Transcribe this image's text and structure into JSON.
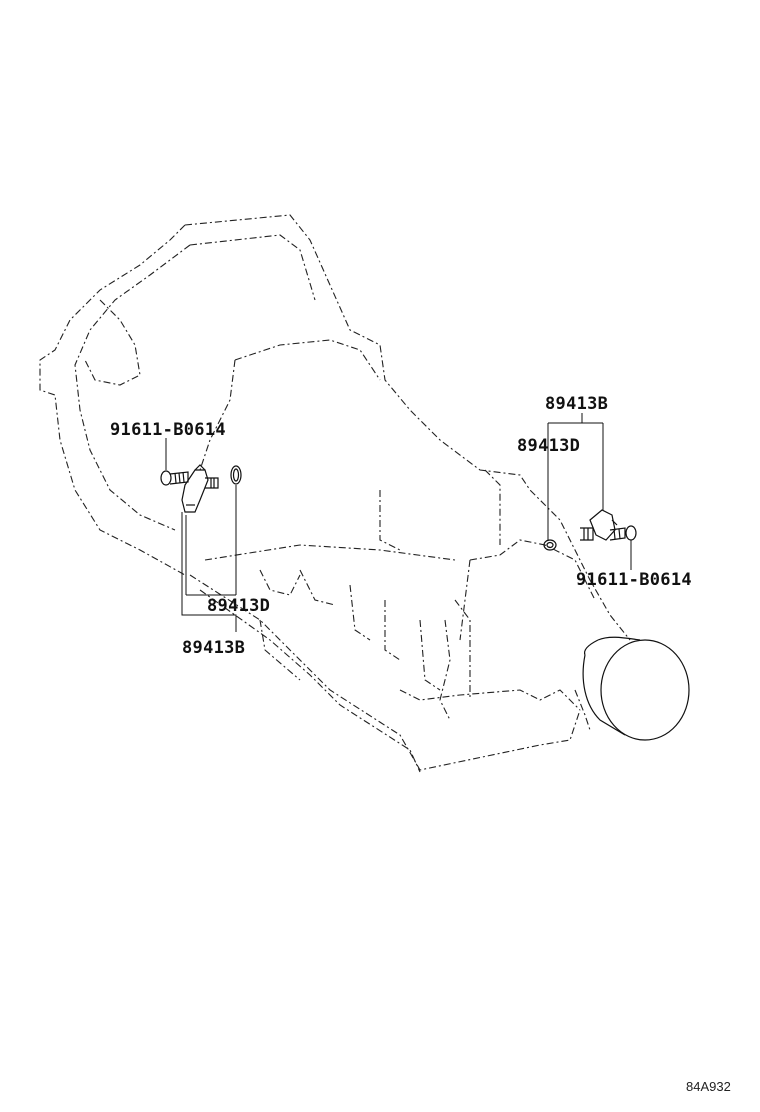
{
  "diagram": {
    "left_group": {
      "bolt": "91611-B0614",
      "oring": "89413D",
      "sensor": "89413B"
    },
    "right_group": {
      "sensor": "89413B",
      "oring": "89413D",
      "bolt": "91611-B0614"
    },
    "drawing_code": "84A932"
  }
}
